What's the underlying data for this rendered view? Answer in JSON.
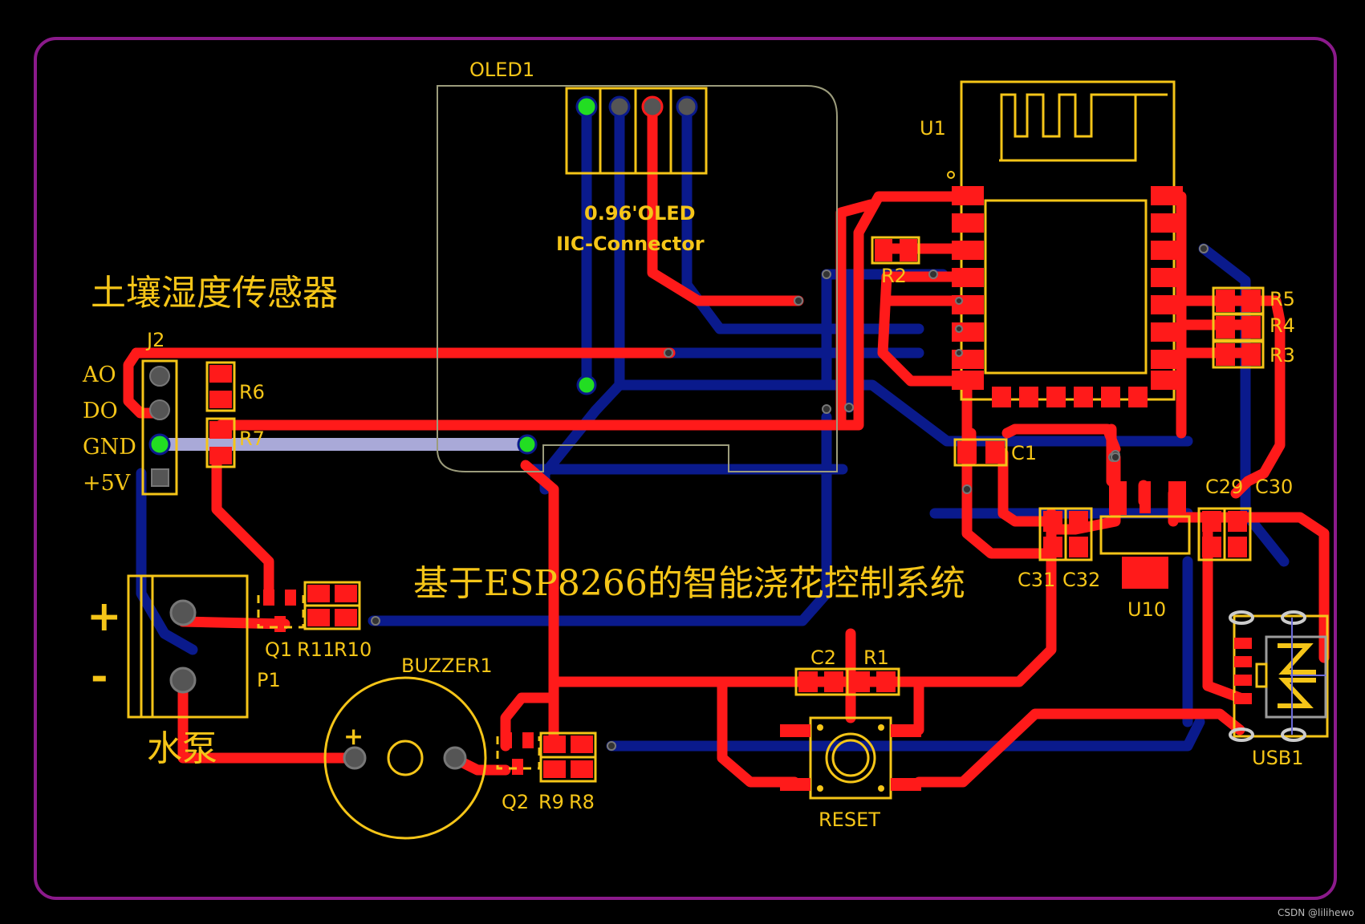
{
  "title": "基于ESP8266的智能浇花控制系统",
  "sensor_title": "土壤湿度传感器",
  "pump_label": "水泵",
  "j2_pins": [
    "AO",
    "DO",
    "GND",
    "+5V"
  ],
  "p1_plus": "+",
  "p1_minus": "-",
  "buzzer_plus": "+",
  "oled_text_line1": "0.96'OLED",
  "oled_text_line2": "IIC-Connector",
  "designators": {
    "oled": "OLED1",
    "u1": "U1",
    "j2": "J2",
    "r2": "R2",
    "r5": "R5",
    "r4": "R4",
    "r3": "R3",
    "r6": "R6",
    "r7": "R7",
    "c1": "C1",
    "c29": "C29",
    "c30": "C30",
    "c31": "C31",
    "c32": "C32",
    "u10": "U10",
    "q1": "Q1",
    "r11": "R11",
    "r10": "R10",
    "p1": "P1",
    "buzzer": "BUZZER1",
    "c2": "C2",
    "r1": "R1",
    "q2": "Q2",
    "r9": "R9",
    "r8": "R8",
    "reset": "RESET",
    "usb": "USB1"
  },
  "watermark": "CSDN @lilihewo",
  "colors": {
    "background": "#000000",
    "top_copper": "#ff1a1a",
    "bottom_copper": "#0a1a8c",
    "silkscreen": "#f5c518",
    "board_outline": "#8b1a8b",
    "via": "#22dd22",
    "highlight_trace": "#a9a9d8"
  }
}
